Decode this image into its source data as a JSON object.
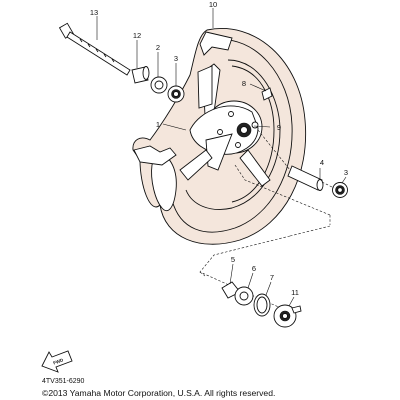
{
  "diagram": {
    "callouts": [
      {
        "id": "p1",
        "label": "1"
      },
      {
        "id": "p2",
        "label": "2"
      },
      {
        "id": "p3a",
        "label": "3"
      },
      {
        "id": "p3b",
        "label": "3"
      },
      {
        "id": "p4",
        "label": "4"
      },
      {
        "id": "p5",
        "label": "5"
      },
      {
        "id": "p6",
        "label": "6"
      },
      {
        "id": "p7",
        "label": "7"
      },
      {
        "id": "p8",
        "label": "8"
      },
      {
        "id": "p9",
        "label": "9"
      },
      {
        "id": "p10",
        "label": "10"
      },
      {
        "id": "p11",
        "label": "11"
      },
      {
        "id": "p12",
        "label": "12"
      },
      {
        "id": "p13",
        "label": "13"
      }
    ],
    "fwd_label": "FWD",
    "part_code": "4TV351-6290",
    "copyright": "©2013 Yamaha Motor Corporation, U.S.A. All rights reserved."
  }
}
